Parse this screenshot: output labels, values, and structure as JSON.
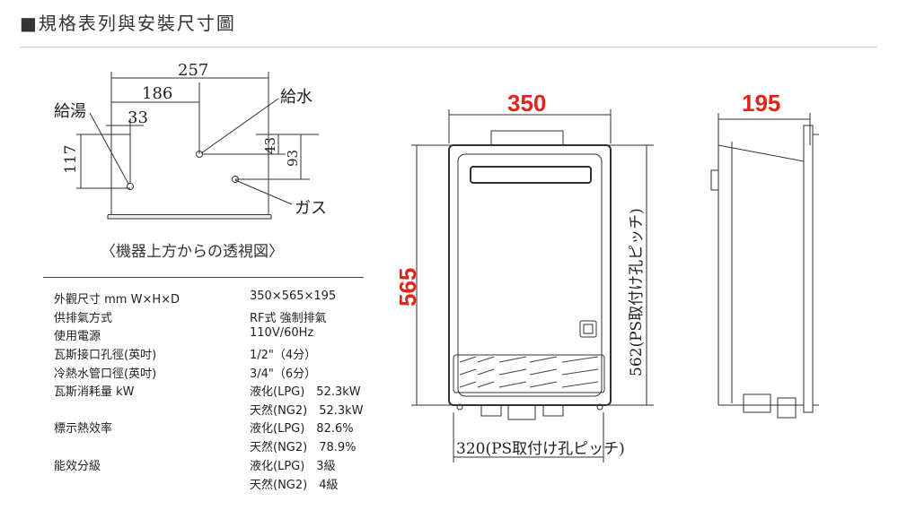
{
  "title": "■規格表列與安裝尺寸圖",
  "top_view": {
    "caption": "〈機器上方からの透視図〉",
    "labels": {
      "hot_water": "給湯",
      "cold_water": "給水",
      "gas": "ガス"
    },
    "dims": {
      "d257": "257",
      "d186": "186",
      "d33": "33",
      "d117": "117",
      "d43": "43",
      "d93": "93"
    }
  },
  "front_view": {
    "width": "350",
    "height": "565",
    "pitch_v": "562(PS取付け孔ピッチ)",
    "pitch_h": "320(PS取付け孔ピッチ)"
  },
  "side_view": {
    "depth": "195"
  },
  "specs": [
    {
      "label": "外觀尺寸 mm W×H×D",
      "values": [
        "350×565×195"
      ]
    },
    {
      "label": "供排氣方式",
      "values": [
        "RF式 強制排氣"
      ]
    },
    {
      "label": "使用電源",
      "values": [
        "110V/60Hz"
      ]
    },
    {
      "label": "瓦斯接口孔徑(英吋)",
      "values": [
        "1/2\"（4分）"
      ]
    },
    {
      "label": "冷熱水管口徑(英吋)",
      "values": [
        "3/4\"（6分）"
      ]
    },
    {
      "label": "瓦斯消耗量 kW",
      "values": [
        "液化(LPG)　52.3kW",
        "天然(NG2)　52.3kW"
      ]
    },
    {
      "label": "標示熱效率",
      "values": [
        "液化(LPG)　82.6%",
        "天然(NG2)　78.9%"
      ]
    },
    {
      "label": "能效分級",
      "values": [
        "液化(LPG)　3級",
        "天然(NG2)　4級"
      ]
    }
  ]
}
